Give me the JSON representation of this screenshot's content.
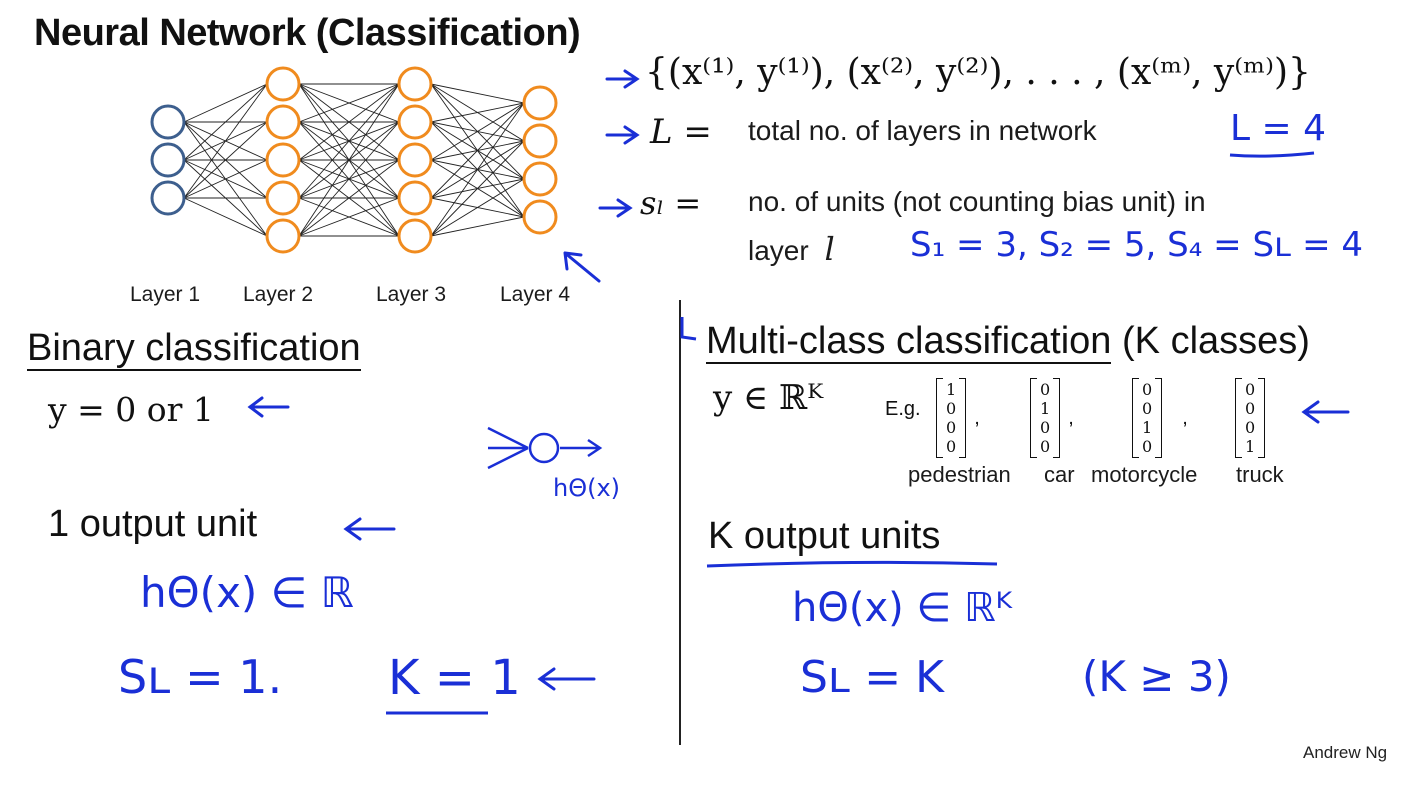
{
  "title": "Neural Network (Classification)",
  "network": {
    "layer_labels": [
      "Layer 1",
      "Layer 2",
      "Layer 3",
      "Layer 4"
    ],
    "layer_units": [
      3,
      5,
      5,
      4
    ],
    "input_color": "#3d5f8e",
    "unit_color": "#f08b1e"
  },
  "definitions": {
    "training_set": "{(x⁽¹⁾, y⁽¹⁾), (x⁽²⁾, y⁽²⁾), . . . , (x⁽ᵐ⁾, y⁽ᵐ⁾)}",
    "L_symbol": "L =",
    "L_text": "total no. of layers in network",
    "L_note": "L = 4",
    "s_symbol": "sₗ =",
    "s_text": "no. of units (not counting bias unit) in",
    "s_text2": "layer",
    "s_text2_var": "l",
    "s_note": "S₁ = 3,   S₂ = 5,   S₄ = Sʟ = 4"
  },
  "binary": {
    "heading": "Binary classification",
    "formula": "y = 0 or 1",
    "output_units": "1 output unit",
    "note_h": "hΘ(x) ∈ ℝ",
    "note_s": "Sʟ = 1.",
    "note_k": "K = 1",
    "side_note": "hΘ(x)"
  },
  "multiclass": {
    "heading_main": "Multi-class classification",
    "heading_suffix": " (K classes)",
    "formula": "y ∈ ℝᴷ",
    "eg": "E.g.",
    "vectors": [
      [
        "1",
        "0",
        "0",
        "0"
      ],
      [
        "0",
        "1",
        "0",
        "0"
      ],
      [
        "0",
        "0",
        "1",
        "0"
      ],
      [
        "0",
        "0",
        "0",
        "1"
      ]
    ],
    "classes": [
      "pedestrian",
      "car",
      "motorcycle",
      "truck"
    ],
    "output_units": "K output units",
    "note_h": "hΘ(x) ∈ ℝᴷ",
    "note_s": "Sʟ = K",
    "note_k": "(K ≥ 3)"
  },
  "author": "Andrew Ng",
  "ink_color": "#1a2fd6"
}
